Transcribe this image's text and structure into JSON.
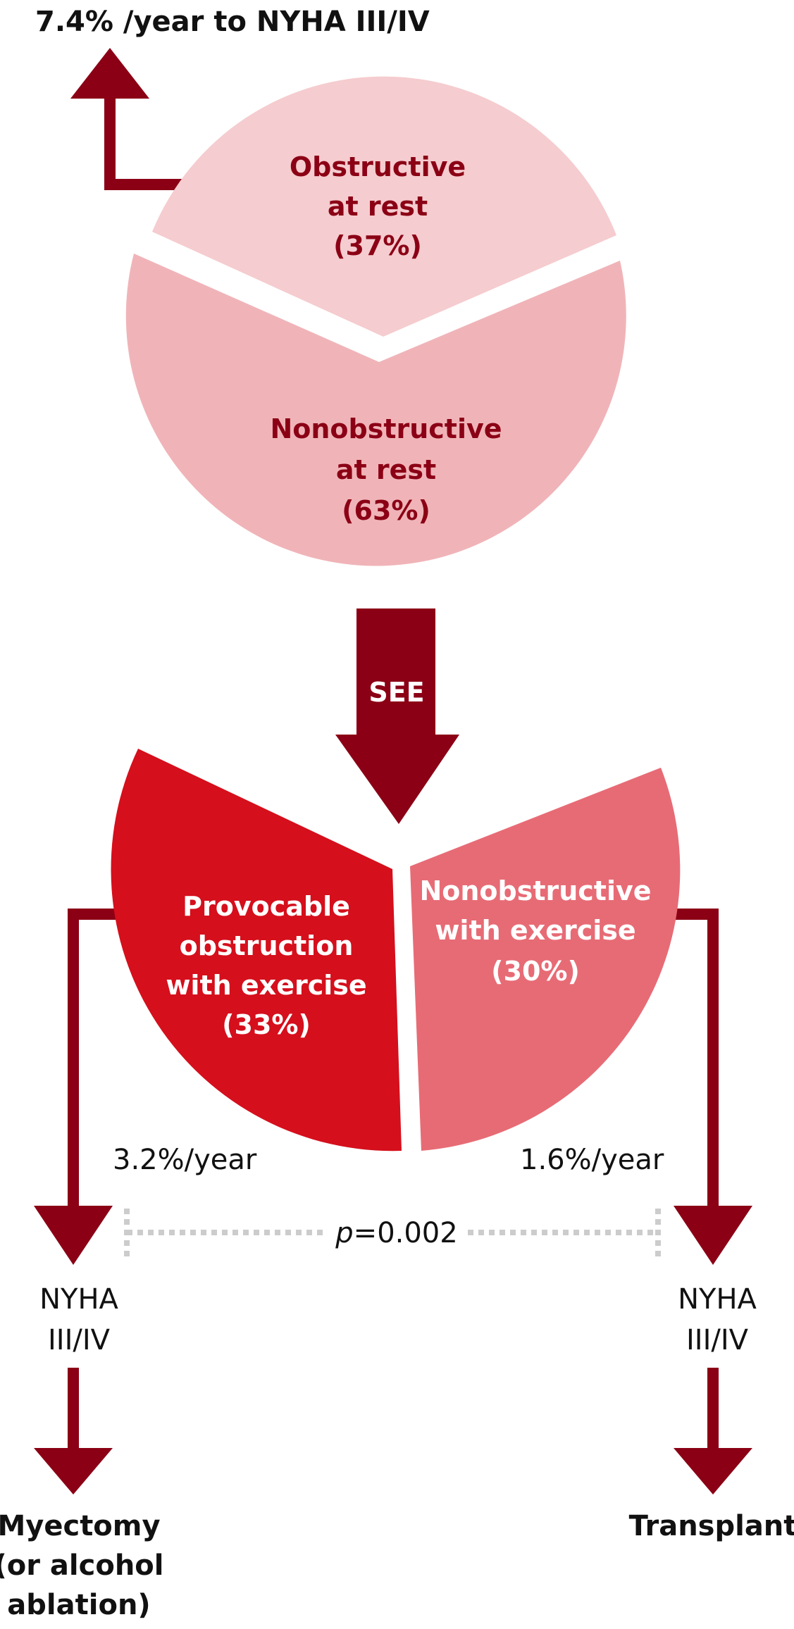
{
  "top": {
    "rate_label": "7.4% /year to NYHA III/IV"
  },
  "circle": {
    "obstructive": {
      "line1": "Obstructive",
      "line2": "at rest",
      "pct": "(37%)"
    },
    "nonobstructive": {
      "line1": "Nonobstructive",
      "line2": "at rest",
      "pct": "(63%)"
    }
  },
  "arrow": {
    "label": "SEE"
  },
  "lower": {
    "provocable": {
      "line1": "Provocable",
      "line2": "obstruction",
      "line3": "with exercise",
      "pct": "(33%)"
    },
    "nonobstructive_ex": {
      "line1": "Nonobstructive",
      "line2": "with exercise",
      "pct": "(30%)"
    }
  },
  "rates": {
    "left": "3.2%/year",
    "right": "1.6%/year",
    "p_italic": "p",
    "p_value": "=0.002"
  },
  "outcomes": {
    "left_nyha": {
      "line1": "NYHA",
      "line2": "III/IV"
    },
    "right_nyha": {
      "line1": "NYHA",
      "line2": "III/IV"
    },
    "left_final": {
      "line1": "Myectomy",
      "line2": "(or alcohol",
      "line3": "ablation)"
    },
    "right_final": {
      "line1": "Transplant"
    }
  },
  "colors": {
    "dark_red": "#8b0015",
    "obstructive_fill": "#f5cccf",
    "nonobstructive_fill": "#f0b4b8",
    "provocable_fill": "#d50f1c",
    "nonobstructive_ex_fill": "#e76b75",
    "dotted_gray": "#cccccc"
  }
}
